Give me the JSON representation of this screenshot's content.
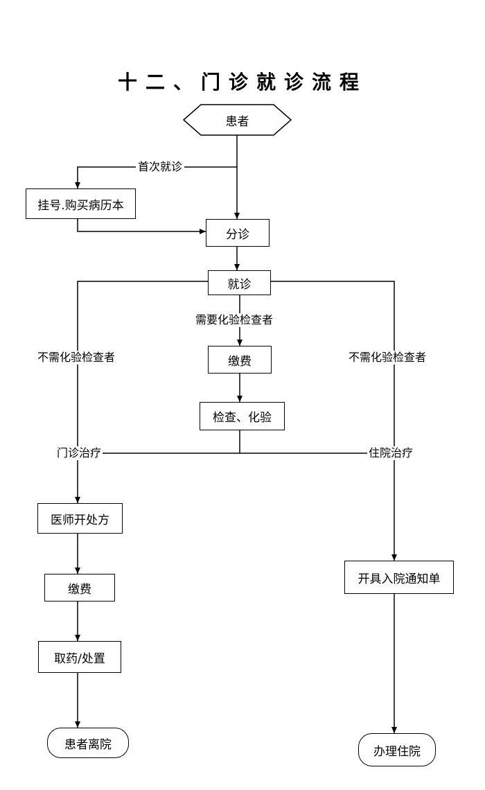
{
  "title": "十二、门诊就诊流程",
  "nodes": {
    "patient": "患者",
    "register": "挂号.购买病历本",
    "triage": "分诊",
    "consult": "就诊",
    "pay1": "缴费",
    "exam": "检查、化验",
    "prescribe": "医师开处方",
    "pay2": "缴费",
    "medicine": "取药/处置",
    "leave": "患者离院",
    "notice": "开具入院通知单",
    "admit": "办理住院"
  },
  "edge_labels": {
    "first_visit": "首次就诊",
    "need_exam": "需要化验检查者",
    "no_exam_left": "不需化验检查者",
    "no_exam_right": "不需化验检查者",
    "outpatient": "门诊治疗",
    "inpatient": "住院治疗"
  }
}
